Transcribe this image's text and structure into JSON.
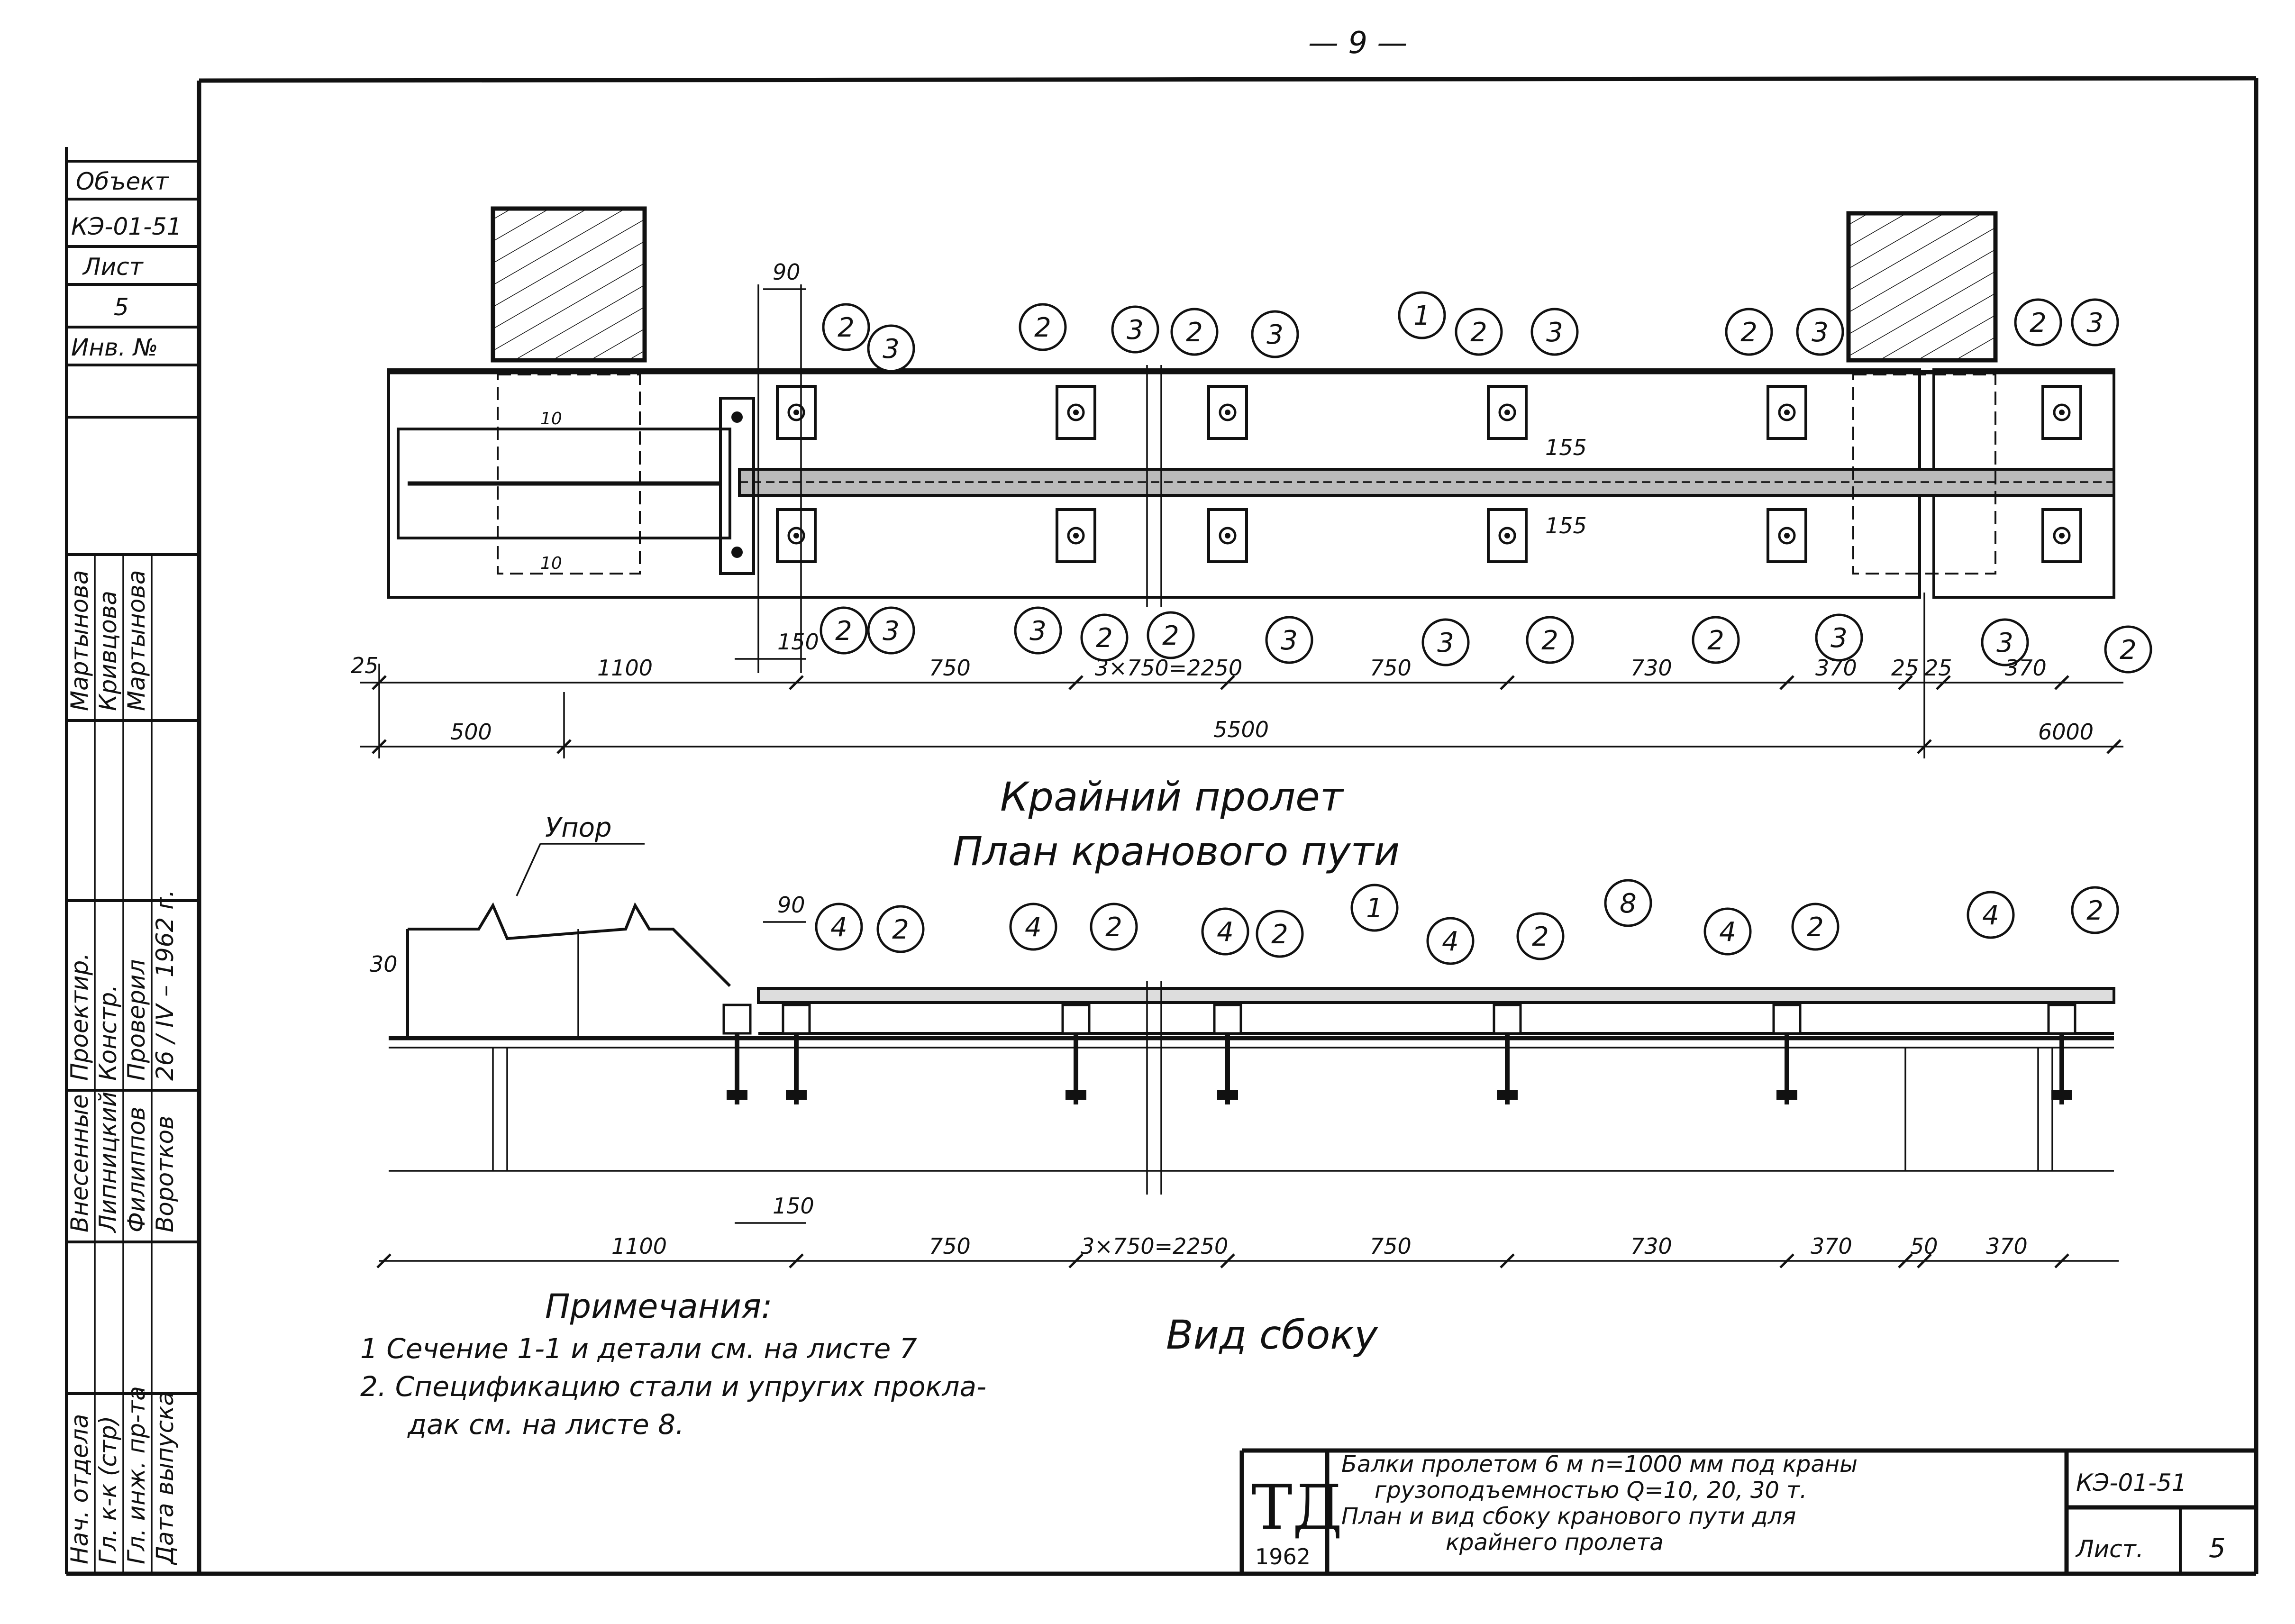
{
  "page_number": "— 9 —",
  "left_strip": {
    "object_label": "Объект",
    "code": "КЭ-01-51",
    "sheet_label": "Лист",
    "sheet_no": "5",
    "inv_label": "Инв. №",
    "roles": [
      "Нач. отдела",
      "Гл. к-к (стр)",
      "Гл. инж. пр-та",
      "Внесенные",
      "Проектир.",
      "Констр.",
      "Проверил"
    ],
    "names": [
      "Липницкий",
      "Филиппов",
      "Воротков",
      "Мартынова",
      "Кривцова",
      "Мартынова"
    ],
    "release": "Дата выпуска",
    "date": "26 / IV – 1962 г."
  },
  "plan": {
    "bubbles": [
      {
        "n": "2",
        "pos": "a1"
      },
      {
        "n": "3",
        "pos": "a2"
      },
      {
        "n": "2",
        "pos": "a3"
      },
      {
        "n": "3",
        "pos": "a4"
      },
      {
        "n": "2",
        "pos": "a5"
      },
      {
        "n": "3",
        "pos": "a6"
      },
      {
        "n": "1",
        "pos": "a7"
      },
      {
        "n": "2",
        "pos": "a8"
      },
      {
        "n": "3",
        "pos": "a9"
      },
      {
        "n": "2",
        "pos": "a10"
      },
      {
        "n": "3",
        "pos": "a11"
      },
      {
        "n": "2",
        "pos": "a12"
      },
      {
        "n": "3",
        "pos": "a13"
      },
      {
        "n": "2",
        "pos": "b1"
      },
      {
        "n": "3",
        "pos": "b2"
      },
      {
        "n": "3",
        "pos": "b3"
      },
      {
        "n": "2",
        "pos": "b4"
      },
      {
        "n": "2",
        "pos": "b5"
      },
      {
        "n": "3",
        "pos": "b6"
      },
      {
        "n": "3",
        "pos": "b7"
      },
      {
        "n": "2",
        "pos": "b8"
      },
      {
        "n": "2",
        "pos": "b9"
      },
      {
        "n": "3",
        "pos": "b10"
      },
      {
        "n": "3",
        "pos": "b11"
      },
      {
        "n": "2",
        "pos": "b12"
      }
    ],
    "dims_row1": [
      "25",
      "1100",
      "750",
      "3×750=2250",
      "750",
      "730",
      "370",
      "25",
      "25",
      "370"
    ],
    "dims_row2": [
      "500",
      "5500",
      "6000"
    ],
    "small_dims": [
      "90",
      "150",
      "10",
      "10",
      "155",
      "155"
    ]
  },
  "titles": {
    "line1": "Крайний пролет",
    "line2": "План кранового пути",
    "side_view": "Вид сбоку",
    "stop_label": "Упор"
  },
  "side": {
    "bubbles": [
      "4",
      "2",
      "4",
      "2",
      "4",
      "2",
      "1",
      "4",
      "2",
      "8",
      "4",
      "2",
      "4",
      "2"
    ],
    "small_dims": [
      "30",
      "90",
      "150"
    ],
    "dims_row": [
      "1100",
      "750",
      "3×750=2250",
      "750",
      "730",
      "370",
      "50",
      "370"
    ]
  },
  "notes": {
    "heading": "Примечания:",
    "items": [
      "1  Сечение 1-1 и детали см. на листе 7",
      "2.  Спецификацию стали и упругих прокла-",
      "дак см. на листе 8."
    ]
  },
  "title_block": {
    "logo": "ТД",
    "year": "1962",
    "desc": [
      "Балки пролетом 6 м   n=1000 мм под краны",
      "грузоподъемностью  Q=10, 20, 30 т.",
      "План и вид сбоку кранового пути для",
      "крайнего пролета"
    ],
    "code": "КЭ-01-51",
    "sheet_label": "Лист.",
    "sheet_no": "5"
  }
}
